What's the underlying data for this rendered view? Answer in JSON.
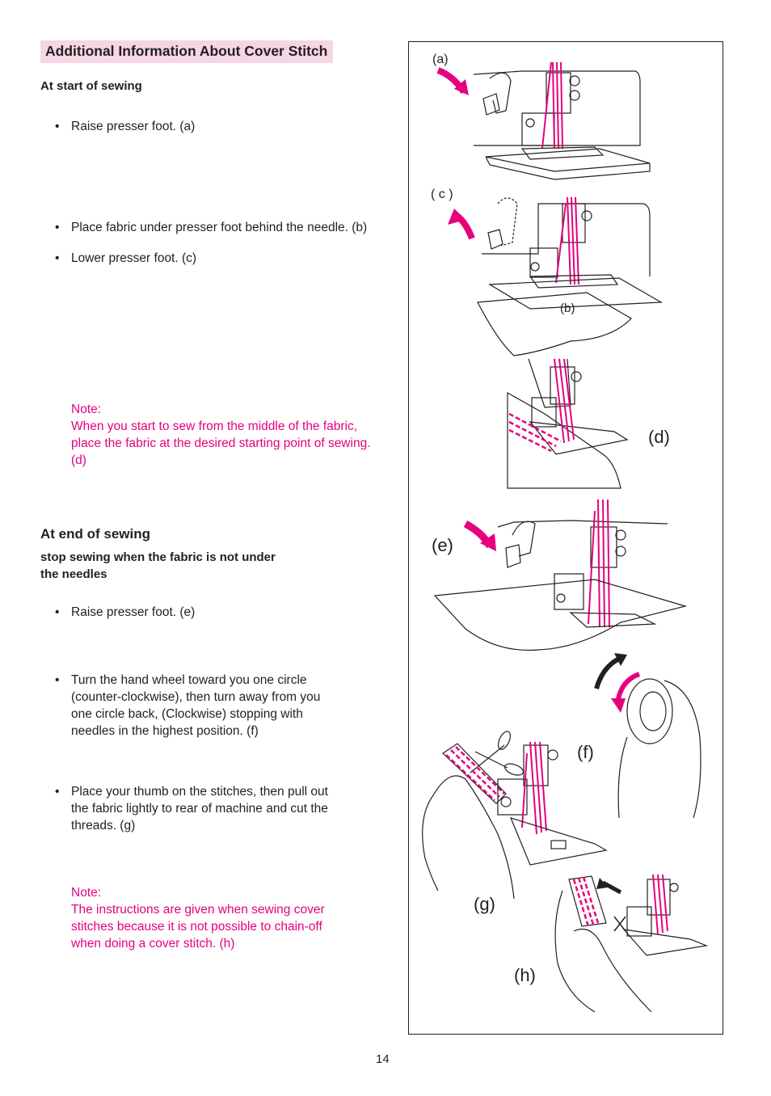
{
  "title": "Additional Information About Cover Stitch",
  "start": {
    "heading": "At start of sewing",
    "bullets": [
      "Raise presser foot. (a)",
      "Place fabric under presser foot behind the needle. (b)",
      "Lower presser foot. (c)"
    ],
    "note_label": "Note:",
    "note_lines": [
      "When you start to sew from the middle of the fabric,",
      "place the fabric at the desired starting point of sewing.",
      "(d)"
    ]
  },
  "end": {
    "heading": "At end of sewing",
    "subheading_lines": [
      "stop sewing when the fabric is not under",
      "the needles"
    ],
    "bullets": [
      [
        "Raise presser foot. (e)"
      ],
      [
        "Turn the hand wheel toward you one circle",
        "(counter-clockwise), then turn away from you",
        "one circle back, (Clockwise) stopping with",
        "needles in the highest position. (f)"
      ],
      [
        "Place your thumb on the stitches, then pull out",
        "the fabric lightly to rear of machine and cut the",
        "threads. (g)"
      ]
    ],
    "note_label": "Note:",
    "note_lines": [
      "The instructions are given when sewing cover",
      "stitches because it is not possible to chain-off",
      "when doing a cover stitch. (h)"
    ]
  },
  "figure_labels": {
    "a": "(a)",
    "b": "(b)",
    "c": "( c )",
    "d": "(d)",
    "e": "(e)",
    "f": "(f)",
    "g": "(g)",
    "h": "(h)"
  },
  "colors": {
    "accent": "#e6007e",
    "title_bg": "#f6d5e4",
    "ink": "#231f20"
  },
  "page_number": "14"
}
